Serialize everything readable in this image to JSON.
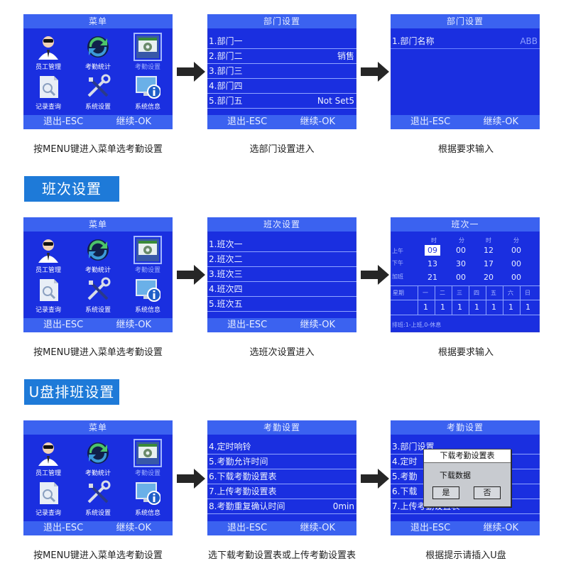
{
  "menu": {
    "title": "菜单",
    "items": [
      "员工管理",
      "考勤统计",
      "考勤设置",
      "记录查询",
      "系统设置",
      "系统信息"
    ],
    "esc": "退出-ESC",
    "ok": "继续-OK"
  },
  "dept_list": {
    "title": "部门设置",
    "rows": [
      {
        "label": "1.部门一",
        "value": ""
      },
      {
        "label": "2.部门二",
        "value": "销售"
      },
      {
        "label": "3.部门三",
        "value": ""
      },
      {
        "label": "4.部门四",
        "value": ""
      },
      {
        "label": "5.部门五",
        "value": "Not Set5"
      }
    ]
  },
  "dept_edit": {
    "title": "部门设置",
    "label": "1.部门名称",
    "value": "ABB"
  },
  "captions_row1": [
    "按MENU键进入菜单选考勤设置",
    "选部门设置进入",
    "根据要求输入"
  ],
  "section2_title": "班次设置",
  "shift_list": {
    "title": "班次设置",
    "rows": [
      "1.班次一",
      "2.班次二",
      "3.班次三",
      "4.班次四",
      "5.班次五"
    ]
  },
  "shift_edit": {
    "title": "班次一",
    "col_headers": [
      "时",
      "分",
      "时",
      "分"
    ],
    "rows": [
      {
        "label": "上午",
        "values": [
          "09",
          "00",
          "12",
          "00"
        ]
      },
      {
        "label": "下午",
        "values": [
          "13",
          "30",
          "17",
          "00"
        ]
      },
      {
        "label": "加班",
        "values": [
          "21",
          "00",
          "20",
          "00"
        ]
      }
    ],
    "week_label": "星期",
    "weekdays": [
      "一",
      "二",
      "三",
      "四",
      "五",
      "六",
      "日"
    ],
    "week_values": [
      "1",
      "1",
      "1",
      "1",
      "1",
      "1",
      "1"
    ],
    "note": "排班:1-上班,0-休息"
  },
  "captions_row2": [
    "按MENU键进入菜单选考勤设置",
    "选班次设置进入",
    "根据要求输入"
  ],
  "section3_title": "U盘排班设置",
  "att_list": {
    "title": "考勤设置",
    "rows": [
      {
        "label": "4.定时响铃",
        "value": ""
      },
      {
        "label": "5.考勤允许时间",
        "value": ""
      },
      {
        "label": "6.下载考勤设置表",
        "value": ""
      },
      {
        "label": "7.上传考勤设置表",
        "value": ""
      },
      {
        "label": "8.考勤重复确认时间",
        "value": "0min"
      }
    ]
  },
  "att_dialog": {
    "title": "考勤设置",
    "rows": [
      "3.部门设置",
      "4.定时",
      "5.考勤",
      "6.下载",
      "7.上传考勤设置表"
    ],
    "dialog_title": "下载考勤设置表",
    "dialog_msg": "下载数据",
    "yes": "是",
    "no": "否"
  },
  "captions_row3": [
    "按MENU键进入菜单选考勤设置",
    "选下载考勤设置表或上传考勤设置表",
    "根据提示请插入U盘"
  ]
}
